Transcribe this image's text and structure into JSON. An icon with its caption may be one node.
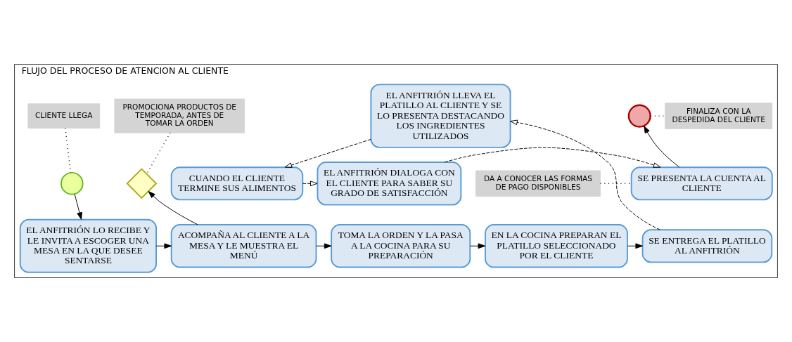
{
  "diagram": {
    "nodes": [
      {
        "text": [
          "FLUJO DEL PROCESO DE ATENCION AL CLIENTE"
        ]
      },
      {
        "text": [
          "CLIENTE LLEGA"
        ],
        "in": 0
      },
      {
        "text": [],
        "shape": "circle",
        "in": 0
      },
      {
        "text": [
          "EL ANFITRIÓN LO RECIBE Y LE INVITA A ESCOGER UNA MESA EN LA QUE DESEE SENTARSE"
        ],
        "in": 0
      },
      {
        "text": [
          "ACOMPAÑA AL CLIENTE A LA MESA Y LE MUESTRA EL MENÚ"
        ],
        "in": 0
      },
      {
        "text": [
          "PROMOCIONA PRODUCTOS DE TEMPORADA, ANTES DE TOMAR LA ORDEN"
        ],
        "in": 0
      },
      {
        "text": [],
        "shape": "diamond",
        "in": 0
      },
      {
        "text": [
          "TOMA LA ORDEN Y LA PASA A LA COCINA PARA SU PREPARACIÓN"
        ],
        "in": 0
      },
      {
        "text": [
          "EN LA COCINA PREPARAN EL PLATILLO SELECCIONADO POR EL CLIENTE"
        ],
        "in": 0
      },
      {
        "text": [
          "SE ENTREGA EL PLATILLO AL ANFITRIÓN"
        ],
        "in": 0
      },
      {
        "text": [
          "EL ANFITRIÓN LLEVA EL PLATILLO AL CLIENTE Y SE LO PRESENTA DESTACANDO LOS INGREDIENTES UTILIZADOS"
        ],
        "in": 0
      },
      {
        "text": [
          "CUANDO EL CLIENTE TERMINE SUS ALIMENTOS"
        ],
        "in": 0
      },
      {
        "text": [
          "EL ANFITRIÓN DIALOGA CON EL CLIENTE PARA SABER SU GRADO DE SATISFACCIÓN"
        ],
        "in": 0
      },
      {
        "text": [
          "DA A CONOCER LAS FORMAS DE PAGO DISPONIBLES"
        ],
        "in": 0
      },
      {
        "text": [
          "SE PRESENTA LA CUENTA AL CLIENTE"
        ],
        "in": 0
      },
      {
        "text": [],
        "shape": "circle",
        "in": 0
      },
      {
        "text": [
          "FINALIZA CON LA DESPEDIDA DEL CLIENTE"
        ],
        "in": 0
      }
    ],
    "edges": [
      {
        "from": 1,
        "to": 2,
        "arrow": "none",
        "style": "dashed"
      },
      {
        "from": 2,
        "to": 3,
        "arrow": "to"
      },
      {
        "from": 3,
        "to": 4,
        "arrow": "to"
      },
      {
        "from": 4,
        "to": 6,
        "arrow": "to"
      },
      {
        "from": 5,
        "to": 6,
        "arrow": "none",
        "style": "dashed"
      },
      {
        "from": 4,
        "to": 7,
        "arrow": "to"
      },
      {
        "from": 7,
        "to": 8,
        "arrow": "to"
      },
      {
        "from": 8,
        "to": 9,
        "arrow": "to"
      },
      {
        "from": 9,
        "to": 10,
        "arrow": "to",
        "style": "dashed"
      },
      {
        "from": 10,
        "to": 11,
        "arrow": "to",
        "style": "dashed"
      },
      {
        "from": 11,
        "to": 12,
        "arrow": "to",
        "style": "dashed"
      },
      {
        "from": 12,
        "to": 14,
        "arrow": "to",
        "style": "dashed"
      },
      {
        "from": 13,
        "to": 14,
        "arrow": "none",
        "style": "dashed"
      },
      {
        "from": 14,
        "to": 15,
        "arrow": "to"
      },
      {
        "from": 15,
        "to": 16,
        "arrow": "none",
        "style": "dashed"
      }
    ]
  }
}
